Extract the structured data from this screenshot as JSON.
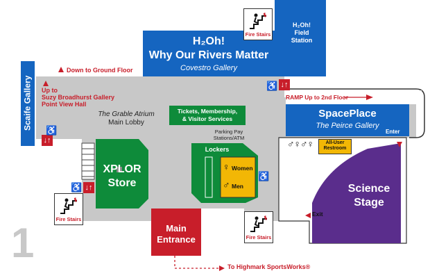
{
  "floor_number": "1",
  "colors": {
    "gallery_blue": "#1565c0",
    "lobby_grey": "#c8c8c8",
    "retail_green": "#0e8b3a",
    "entrance_red": "#c81e2a",
    "science_purple": "#5a2d8c",
    "lockers_yellow": "#f2b705",
    "corridor_white": "#ffffff"
  },
  "rooms": {
    "h2oh": {
      "title_line1": "H₂Oh!",
      "title_line2": "Why Our Rivers Matter",
      "subtitle": "Covestro Gallery"
    },
    "h2oh_station": {
      "line1": "H₂Oh!",
      "line2": "Field",
      "line3": "Station"
    },
    "scaife": {
      "title": "Scaife Gallery"
    },
    "spaceplace": {
      "title": "SpacePlace",
      "subtitle": "The Peirce Gallery",
      "enter": "Enter"
    },
    "science_stage": {
      "line1": "Science",
      "line2": "Stage"
    },
    "xplor": {
      "line1": "XPLOR",
      "line2": "Store"
    },
    "main_entrance": {
      "line1": "Main",
      "line2": "Entrance"
    },
    "tickets": {
      "line1": "Tickets, Membership,",
      "line2": "& Visitor Services"
    },
    "lockers": {
      "title": "Lockers",
      "women": "Women",
      "men": "Men"
    },
    "atrium": {
      "title": "The Grable Atrium",
      "subtitle": "Main Lobby"
    },
    "parking": {
      "line1": "Parking Pay",
      "line2": "Stations/ATM"
    },
    "all_user": {
      "line1": "All-User",
      "line2": "Restroom"
    }
  },
  "directions": {
    "down_ground": "Down to Ground Floor",
    "up_suzy_1": "Up to",
    "up_suzy_2": "Suzy Broadhurst Gallery",
    "up_suzy_3": "Point View Hall",
    "ramp": "RAMP Up to 2nd Floor",
    "highmark": "To Highmark SportsWorks®",
    "exit": "Exit"
  },
  "icons": {
    "fire_stairs_label": "Fire Stairs",
    "elevator_glyph": "↓↑",
    "wheelchair_glyph": "♿"
  }
}
